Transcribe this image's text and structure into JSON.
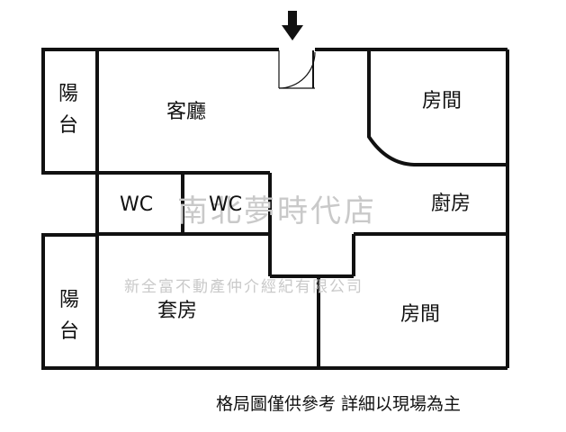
{
  "rooms": {
    "balcony_top": [
      "陽",
      "台"
    ],
    "living_room": "客廳",
    "bedroom_top": "房間",
    "wc_left": "WC",
    "wc_right": "WC",
    "kitchen": "廚房",
    "balcony_bottom": [
      "陽",
      "台"
    ],
    "suite": "套房",
    "bedroom_bottom": "房間"
  },
  "watermark": {
    "brand": "南北夢時代店",
    "company": "新全富不動產仲介經紀有限公司"
  },
  "disclaimer": "格局圖僅供參考 詳細以現場為主",
  "icons": {
    "entrance": "entrance-arrow-icon",
    "door": "door-swing-icon"
  },
  "colors": {
    "wall": "#111111",
    "watermark": "#c9c9c9",
    "background": "#ffffff"
  }
}
